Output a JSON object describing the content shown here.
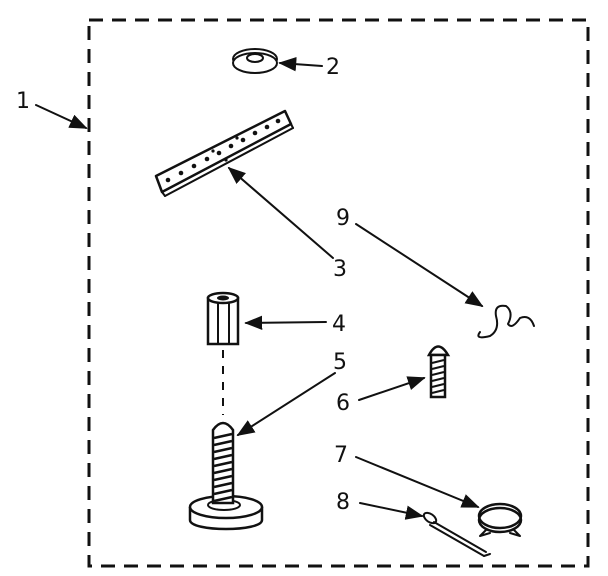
{
  "diagram": {
    "colors": {
      "ink": "#111111",
      "paper": "#ffffff"
    },
    "callouts": [
      {
        "id": "1",
        "label": "1"
      },
      {
        "id": "2",
        "label": "2"
      },
      {
        "id": "3",
        "label": "3"
      },
      {
        "id": "4",
        "label": "4"
      },
      {
        "id": "5",
        "label": "5"
      },
      {
        "id": "6",
        "label": "6"
      },
      {
        "id": "7",
        "label": "7"
      },
      {
        "id": "8",
        "label": "8"
      },
      {
        "id": "9",
        "label": "9"
      }
    ]
  }
}
